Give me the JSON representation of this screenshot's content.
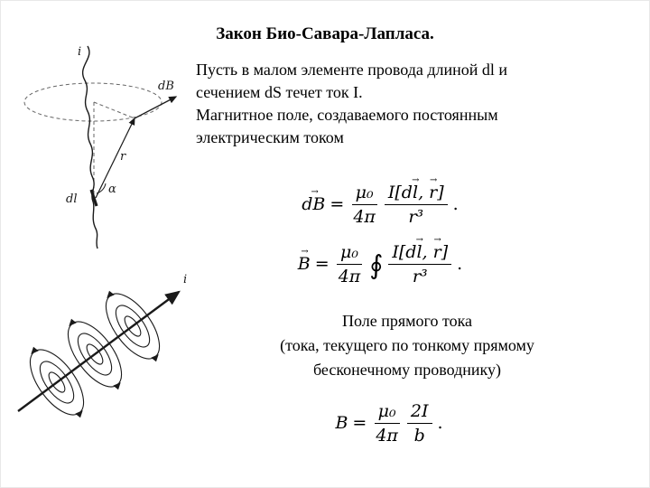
{
  "title": "Закон Био-Савара-Лапласа.",
  "intro": {
    "lines": [
      "Пусть в малом элементе провода длиной dl и",
      "сечением dS течет ток I.",
      "Магнитное поле, создаваемого постоянным",
      "электрическим током"
    ]
  },
  "straight_current": {
    "heading": "Поле прямого тока",
    "lines": [
      "(тока, текущего по тонкому прямому",
      "бесконечному проводнику)"
    ]
  },
  "formulas": {
    "vec_arrow": "→",
    "f1": {
      "lhs": "dB",
      "equals": "=",
      "mu_num": "μ₀",
      "mu_den": "4π",
      "num_open": "I[d",
      "num_l": "l",
      "num_comma": ", ",
      "num_r": "r",
      "num_close": "]",
      "den": "r³",
      "period": "."
    },
    "f2": {
      "lhs": "B",
      "equals": "=",
      "mu_num": "μ₀",
      "mu_den": "4π",
      "oint": "∮",
      "num_open": "I[d",
      "num_l": "l",
      "num_comma": ", ",
      "num_r": "r",
      "num_close": "]",
      "den": "r³",
      "period": "."
    },
    "f3": {
      "lhs": "B",
      "equals": "=",
      "mu_num": "μ₀",
      "mu_den": "4π",
      "num": "2I",
      "den": "b",
      "period": "."
    }
  },
  "diagram_element": {
    "label_current": "i",
    "label_db": "dB",
    "label_r": "r",
    "label_dl": "dl",
    "label_alpha": "α"
  },
  "diagram_straight": {
    "label_current": "i"
  }
}
